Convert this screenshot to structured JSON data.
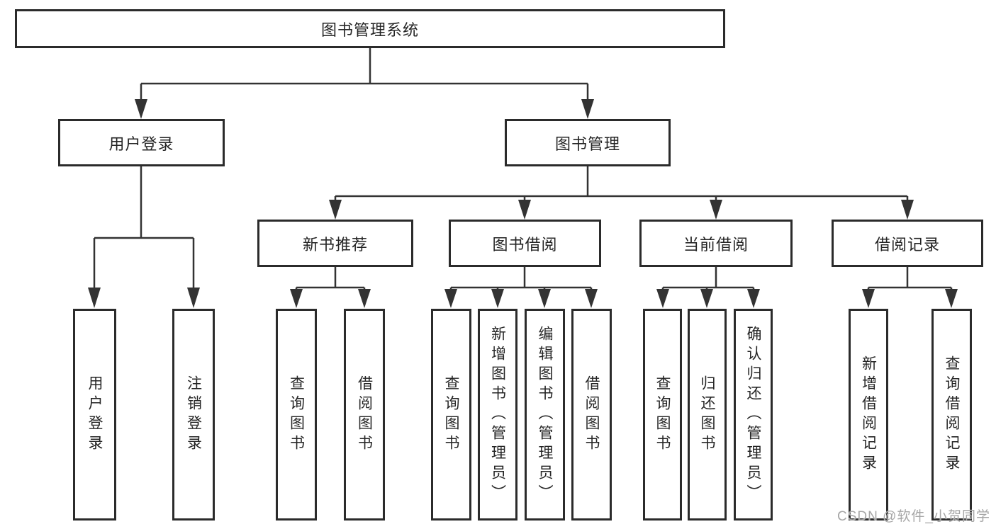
{
  "tree": {
    "root": "图书管理系统",
    "branches": [
      {
        "label": "用户登录",
        "children": [
          "用户登录",
          "注销登录"
        ]
      },
      {
        "label": "图书管理",
        "children": [
          {
            "label": "新书推荐",
            "children": [
              "查询图书",
              "借阅图书"
            ]
          },
          {
            "label": "图书借阅",
            "children": [
              "查询图书",
              "新增图书（管理员）",
              "编辑图书（管理员）",
              "借阅图书"
            ]
          },
          {
            "label": "当前借阅",
            "children": [
              "查询图书",
              "归还图书",
              "确认归还（管理员）"
            ]
          },
          {
            "label": "借阅记录",
            "children": [
              "新增借阅记录",
              "查询借阅记录"
            ]
          }
        ]
      }
    ]
  },
  "watermark": "CSDN @软件_小贺同学",
  "colors": {
    "line": "#333333",
    "box_border": "#2b2b2b",
    "text": "#252525",
    "watermark": "#a6a6a6",
    "background": "#ffffff"
  }
}
